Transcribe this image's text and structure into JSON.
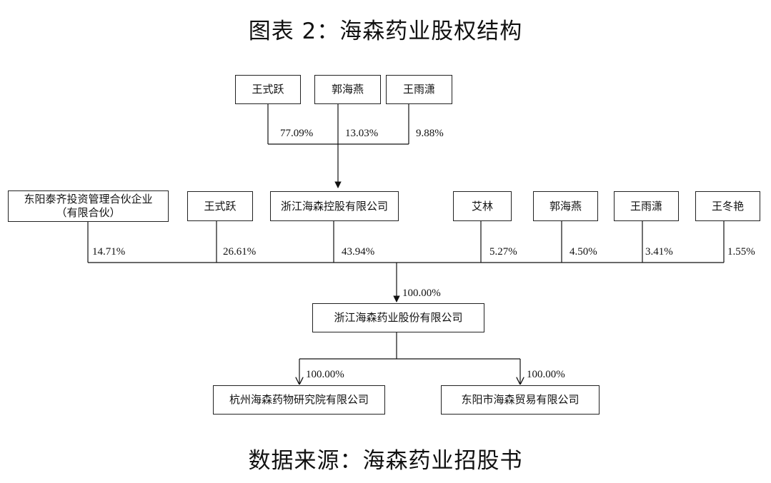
{
  "title": "图表 2：海森药业股权结构",
  "source": "数据来源：海森药业招股书",
  "top_shareholders": [
    {
      "name": "王式跃",
      "pct": "77.09%"
    },
    {
      "name": "郭海燕",
      "pct": "13.03%"
    },
    {
      "name": "王雨潇",
      "pct": "9.88%"
    }
  ],
  "holding": {
    "name": "浙江海森控股有限公司"
  },
  "direct_shareholders": [
    {
      "name_line1": "东阳泰齐投资管理合伙企业",
      "name_line2": "（有限合伙）",
      "pct": "14.71%"
    },
    {
      "name": "王式跃",
      "pct": "26.61%"
    },
    {
      "name": "浙江海森控股有限公司",
      "pct": "43.94%"
    },
    {
      "name": "艾林",
      "pct": "5.27%"
    },
    {
      "name": "郭海燕",
      "pct": "4.50%"
    },
    {
      "name": "王雨潇",
      "pct": "3.41%"
    },
    {
      "name": "王冬艳",
      "pct": "1.55%"
    }
  ],
  "company": {
    "name": "浙江海森药业股份有限公司",
    "pct": "100.00%"
  },
  "subsidiaries": [
    {
      "name": "杭州海森药物研究院有限公司",
      "pct": "100.00%"
    },
    {
      "name": "东阳市海森贸易有限公司",
      "pct": "100.00%"
    }
  ]
}
